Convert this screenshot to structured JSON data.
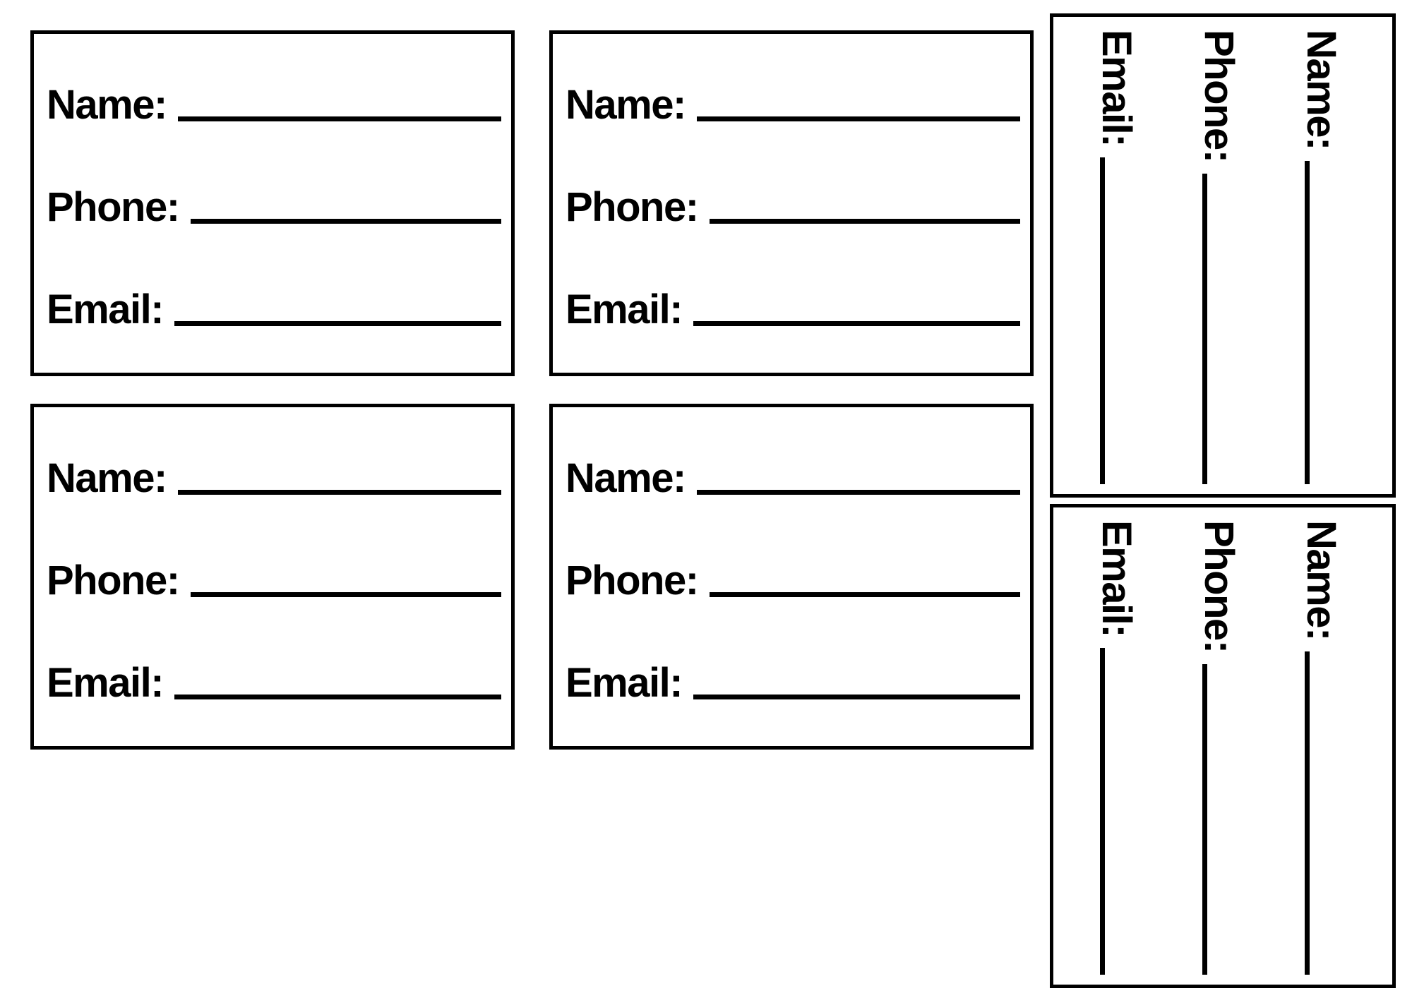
{
  "sheet": {
    "paper_color": "#ffffff",
    "ink_color": "#000000"
  },
  "cards": [
    {
      "name": "contact-card-1",
      "orientation": "horizontal",
      "fields": [
        {
          "label": "Name:"
        },
        {
          "label": "Phone:"
        },
        {
          "label": "Email:"
        }
      ]
    },
    {
      "name": "contact-card-2",
      "orientation": "horizontal",
      "fields": [
        {
          "label": "Name:"
        },
        {
          "label": "Phone:"
        },
        {
          "label": "Email:"
        }
      ]
    },
    {
      "name": "contact-card-3",
      "orientation": "horizontal",
      "fields": [
        {
          "label": "Name:"
        },
        {
          "label": "Phone:"
        },
        {
          "label": "Email:"
        }
      ]
    },
    {
      "name": "contact-card-4",
      "orientation": "horizontal",
      "fields": [
        {
          "label": "Name:"
        },
        {
          "label": "Phone:"
        },
        {
          "label": "Email:"
        }
      ]
    },
    {
      "name": "contact-card-5",
      "orientation": "rotated-90-clockwise",
      "fields": [
        {
          "label": "Name:"
        },
        {
          "label": "Phone:"
        },
        {
          "label": "Email:"
        }
      ]
    },
    {
      "name": "contact-card-6",
      "orientation": "rotated-90-clockwise",
      "fields": [
        {
          "label": "Name:"
        },
        {
          "label": "Phone:"
        },
        {
          "label": "Email:"
        }
      ]
    }
  ]
}
